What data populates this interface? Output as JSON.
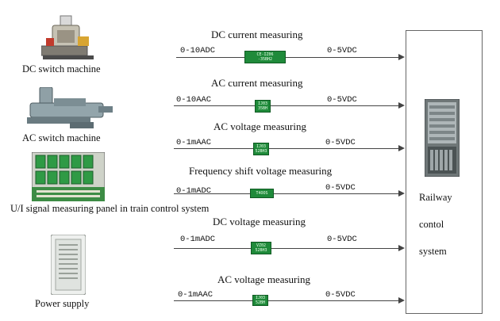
{
  "devices": [
    {
      "label": "DC switch machine"
    },
    {
      "label": "AC switch machine"
    },
    {
      "label": "U/I signal measuring panel in train control system"
    },
    {
      "label": "Power supply"
    }
  ],
  "channels": [
    {
      "title": "DC current measuring",
      "input": "0-10ADC",
      "output": "0-5VDC",
      "module": [
        "CE-IZ06",
        "-35BH2"
      ]
    },
    {
      "title": "AC current measuring",
      "input": "0-10AAC",
      "output": "0-5VDC",
      "module": [
        "IJ03",
        "35BH"
      ]
    },
    {
      "title": "AC voltage measuring",
      "input": "0-1mAAC",
      "output": "0-5VDC",
      "module": [
        "IJ03",
        "52BH3"
      ]
    },
    {
      "title": "Frequency shift voltage measuring",
      "input": "0-1mADC",
      "output": "0-5VDC",
      "module": [
        "T4OOS"
      ]
    },
    {
      "title": "DC voltage measuring",
      "input": "0-1mADC",
      "output": "0-5VDC",
      "module": [
        "VZ02",
        "52BH3"
      ]
    },
    {
      "title": "AC voltage measuring",
      "input": "0-1mAAC",
      "output": "0-5VDC",
      "module": [
        "IJ03",
        "52BH"
      ]
    }
  ],
  "system": {
    "line1": "Railway",
    "line2": "contol",
    "line3": "system"
  },
  "colors": {
    "module_green": "#1f8a3a",
    "line": "#444444"
  }
}
